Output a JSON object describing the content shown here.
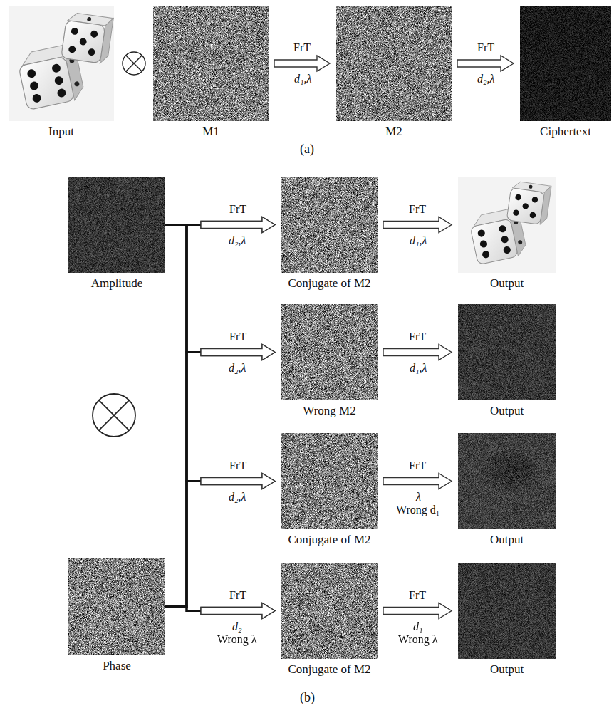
{
  "diagram": {
    "nodes": [
      {
        "text": [
          "Input"
        ]
      },
      {
        "text": [
          "M1"
        ]
      },
      {
        "text": [
          "M2"
        ]
      },
      {
        "text": [
          "Ciphertext"
        ]
      },
      {
        "text": [
          "Amplitude"
        ]
      },
      {
        "text": [
          "Conjugate of M2"
        ]
      },
      {
        "text": [
          "Output"
        ]
      },
      {
        "text": [
          "Wrong M2"
        ]
      },
      {
        "text": [
          "Output"
        ]
      },
      {
        "text": [
          "Conjugate of M2"
        ]
      },
      {
        "text": [
          "Output"
        ]
      },
      {
        "text": [
          "Conjugate of M2"
        ]
      },
      {
        "text": [
          "Output"
        ]
      },
      {
        "text": [
          "Phase"
        ]
      }
    ],
    "edges": [
      {
        "from": 1,
        "to": 2,
        "arrow": "to",
        "label": "FrT"
      },
      {
        "from": 2,
        "to": 3,
        "arrow": "to",
        "label": "FrT"
      },
      {
        "from": 4,
        "to": 5,
        "arrow": "to",
        "label": "FrT"
      },
      {
        "from": 13,
        "to": 5,
        "arrow": "to"
      },
      {
        "from": 4,
        "to": 7,
        "arrow": "to",
        "label": "FrT"
      },
      {
        "from": 13,
        "to": 7,
        "arrow": "to"
      },
      {
        "from": 4,
        "to": 9,
        "arrow": "to",
        "label": "FrT"
      },
      {
        "from": 13,
        "to": 9,
        "arrow": "to"
      },
      {
        "from": 4,
        "to": 11,
        "arrow": "to",
        "label": "FrT"
      },
      {
        "from": 13,
        "to": 11,
        "arrow": "to"
      },
      {
        "from": 5,
        "to": 6,
        "arrow": "to",
        "label": "FrT"
      },
      {
        "from": 7,
        "to": 8,
        "arrow": "to",
        "label": "FrT"
      },
      {
        "from": 9,
        "to": 10,
        "arrow": "to",
        "label": "FrT"
      },
      {
        "from": 11,
        "to": 12,
        "arrow": "to",
        "label": "FrT"
      }
    ],
    "labels": [
      "d₁,λ",
      "d₂,λ",
      "(a)",
      "d₂,λ",
      "d₁,λ",
      "d₂,λ",
      "d₁,λ",
      "d₂,λ",
      "λ",
      "Wrong d₁",
      "d₂",
      "Wrong λ",
      "d₁",
      "Wrong λ",
      "(b)"
    ]
  }
}
